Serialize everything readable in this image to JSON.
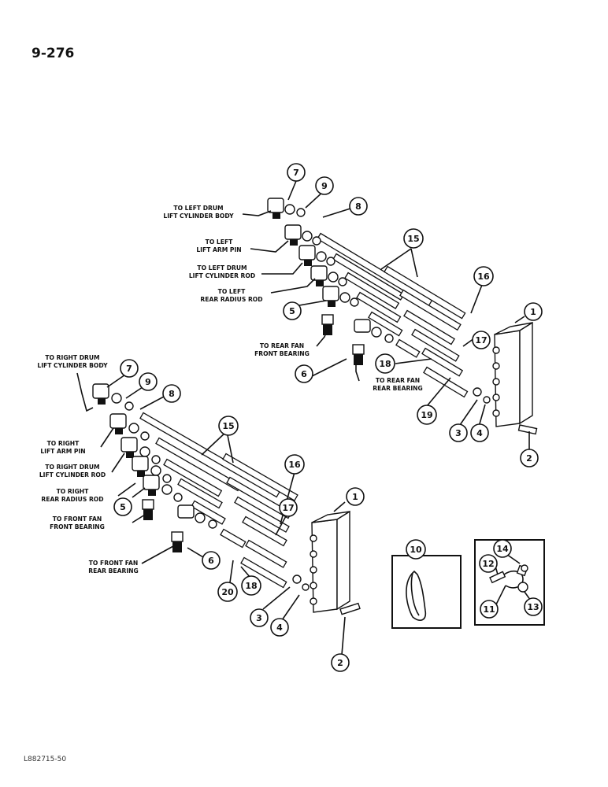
{
  "page_number": "9-276",
  "figure_code": "L882715-50",
  "upper_assembly": {
    "labels": {
      "lcb": [
        "TO LEFT DRUM",
        "LIFT CYLINDER BODY"
      ],
      "lap": [
        "TO LEFT",
        "LIFT ARM PIN"
      ],
      "lcr": [
        "TO LEFT DRUM",
        "LIFT CYLINDER ROD"
      ],
      "lrr": [
        "TO LEFT",
        "REAR RADIUS ROD"
      ],
      "rffb": [
        "TO REAR FAN",
        "FRONT BEARING"
      ],
      "rfrb": [
        "TO REAR FAN",
        "REAR BEARING"
      ]
    },
    "callouts": [
      "7",
      "9",
      "8",
      "15",
      "16",
      "1",
      "5",
      "17",
      "6",
      "18",
      "19",
      "3",
      "4",
      "2"
    ]
  },
  "lower_assembly": {
    "labels": {
      "rcb": [
        "TO RIGHT DRUM",
        "LIFT CYLINDER BODY"
      ],
      "rap": [
        "TO RIGHT",
        "LIFT ARM PIN"
      ],
      "rcr": [
        "TO RIGHT DRUM",
        "LIFT CYLINDER ROD"
      ],
      "rrr": [
        "TO RIGHT",
        "REAR RADIUS ROD"
      ],
      "fffb": [
        "TO FRONT FAN",
        "FRONT BEARING"
      ],
      "ffrb": [
        "TO FRONT FAN",
        "REAR BEARING"
      ]
    },
    "callouts": [
      "7",
      "9",
      "8",
      "15",
      "16",
      "1",
      "5",
      "17",
      "6",
      "20",
      "18",
      "3",
      "4",
      "2"
    ]
  },
  "inset_strap": {
    "callouts": [
      "10"
    ]
  },
  "inset_clamp": {
    "callouts": [
      "14",
      "12",
      "11",
      "13"
    ]
  }
}
